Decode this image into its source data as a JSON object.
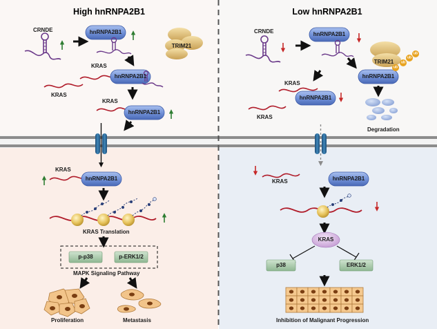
{
  "left_panel": {
    "title": "High hnRNPA2B1",
    "crnde": "CRNDE",
    "hnrnp_top": "hnRNPA2B1",
    "trim21": "TRIM21",
    "kras_mid": "KRAS",
    "hnrnp_mid": "hnRNPA2B1",
    "kras_free": "KRAS",
    "kras_lower": "KRAS",
    "hnrnp_lower": "hnRNPA2B1",
    "kras_cyto": "KRAS",
    "hnrnp_cyto": "hnRNPA2B1",
    "translation": "KRAS Translation",
    "p38": "p-p38",
    "erk": "p-ERK1/2",
    "pathway": "MAPK Signaling Pathway",
    "proliferation": "Proliferation",
    "metastasis": "Metastasis"
  },
  "right_panel": {
    "title": "Low hnRNPA2B1",
    "crnde": "CRNDE",
    "hnrnp_top": "hnRNPA2B1",
    "trim21": "TRIM21",
    "hnrnp_bound": "hnRNPA2B1",
    "ub": "ub",
    "kras_upper": "KRAS",
    "hnrnp_mid": "hnRNPA2B1",
    "kras_free": "KRAS",
    "degradation": "Degradation",
    "kras_cyto": "KRAS",
    "hnrnp_cyto": "hnRNPA2B1",
    "kras_protein": "KRAS",
    "p38": "p38",
    "erk": "ERK1/2",
    "inhibition": "Inhibition of Malignant Progression"
  },
  "colors": {
    "left_title": "#a01c1c",
    "right_title": "#2a3f78",
    "left_bottom_bg": "#fbeee8",
    "right_bottom_bg": "#e9eef5",
    "top_bg": "#fbf7f5",
    "hnrnp_fill": "#6f8fd6",
    "trim21_fill": "#e3c37a",
    "rna_red": "#b01c2a",
    "crnde_purple": "#6b3a8a",
    "up_arrow": "#2e7d32",
    "down_arrow": "#c62828",
    "mapk_fill": "#a9c9aa",
    "cell_fill": "#f2c48a",
    "kras_protein_fill": "#d6b3e0"
  }
}
